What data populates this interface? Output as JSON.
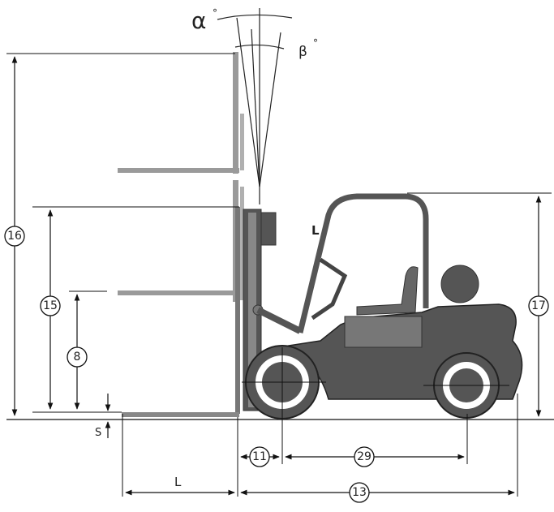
{
  "labels": {
    "alpha": "α",
    "alpha_deg": "°",
    "beta": "β",
    "beta_deg": "°",
    "l_top": "L",
    "l_bottom": "L",
    "s": "S"
  },
  "dimensions": {
    "d16": "16",
    "d15": "15",
    "d8": "8",
    "d17": "17",
    "d11": "11",
    "d29": "29",
    "d13": "13"
  }
}
